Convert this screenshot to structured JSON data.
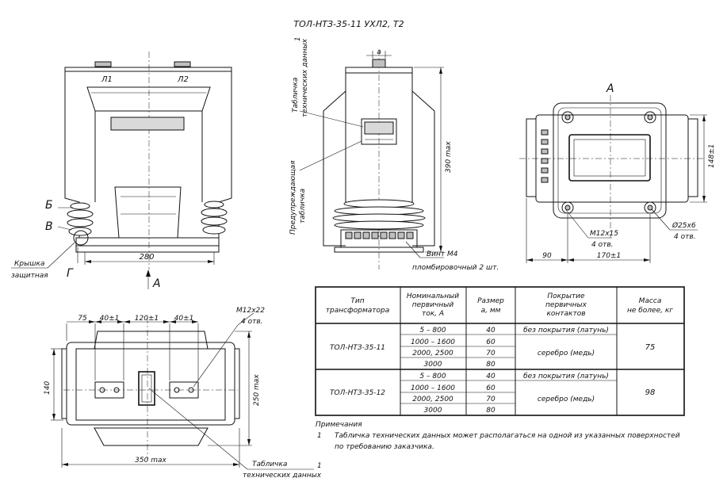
{
  "title": "ТОЛ-НТЗ-35-11 УХЛ2, Т2",
  "front_view": {
    "terminal_l1": "Л1",
    "terminal_l2": "Л2",
    "mark_b": "Б",
    "mark_v": "В",
    "mark_g": "Г",
    "cover_label_line1": "Крышка",
    "cover_label_line2": "защитная",
    "dim_width": "280",
    "view_arrow": "А"
  },
  "side_view": {
    "dim_a": "а",
    "callout_number": "1",
    "plate_label_line1": "Табличка",
    "plate_label_line2": "технических данных",
    "warning_label_line1": "Предупреждающая",
    "warning_label_line2": "табличка",
    "dim_height": "390 max",
    "screw_label": "Винт М4",
    "seal_label": "пломбировочный 2 шт."
  },
  "view_a": {
    "label": "А",
    "dim_height": "148±1",
    "thread_label": "М12х15",
    "thread_count": "4 отв.",
    "hole_label": "Ø25х6",
    "hole_count": "4 отв.",
    "dim_left": "90",
    "dim_right": "170±1"
  },
  "bottom_view": {
    "dim_75": "75",
    "dim_40_left": "40±1",
    "dim_120": "120±1",
    "dim_40_right": "40±1",
    "thread_label": "М12х22",
    "thread_count": "4 отв.",
    "dim_height_left": "140",
    "dim_height_right": "250 max",
    "dim_width": "350 max",
    "plate_label_line1": "Табличка",
    "plate_label_line2": "технических данных",
    "callout_number": "1"
  },
  "table": {
    "headers": [
      "Тип трансформатора",
      "Номинальный первичный ток, А",
      "Размер а, мм",
      "Покрытие первичных контактов",
      "Масса не более, кг"
    ],
    "groups": [
      {
        "type": "ТОЛ-НТЗ-35-11",
        "mass": "75",
        "rows": [
          {
            "current": "5 – 800",
            "size": "40",
            "coating": "без покрытия (латунь)"
          },
          {
            "current": "1000 – 1600",
            "size": "60",
            "coating": "серебро (медь)"
          },
          {
            "current": "2000, 2500",
            "size": "70",
            "coating": ""
          },
          {
            "current": "3000",
            "size": "80",
            "coating": ""
          }
        ]
      },
      {
        "type": "ТОЛ-НТЗ-35-12",
        "mass": "98",
        "rows": [
          {
            "current": "5 – 800",
            "size": "40",
            "coating": "без покрытия (латунь)"
          },
          {
            "current": "1000 – 1600",
            "size": "60",
            "coating": "серебро (медь)"
          },
          {
            "current": "2000, 2500",
            "size": "70",
            "coating": ""
          },
          {
            "current": "3000",
            "size": "80",
            "coating": ""
          }
        ]
      }
    ]
  },
  "notes": {
    "heading": "Примечания",
    "number": "1",
    "line1": "Табличка технических данных может располагаться на одной из указанных поверхностей",
    "line2": "по требованию заказчика."
  }
}
